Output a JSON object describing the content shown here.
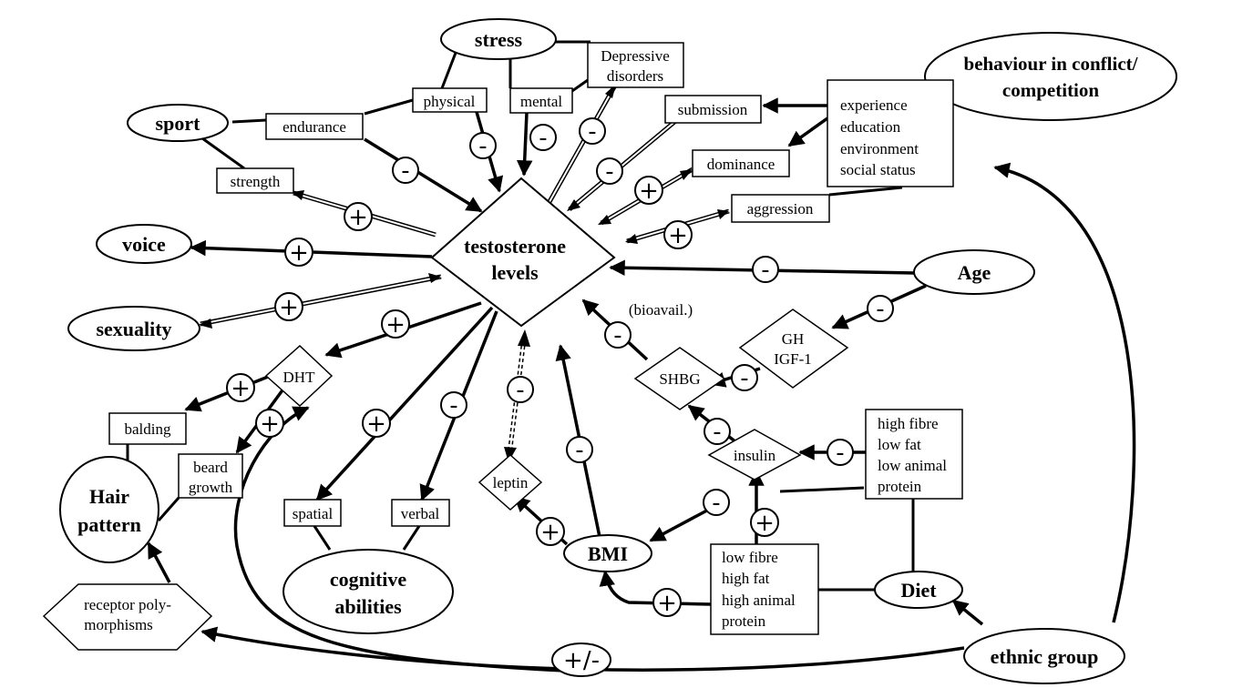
{
  "nodes": {
    "testosterone": [
      "testosterone",
      "levels"
    ],
    "stress": "stress",
    "behaviour": [
      "behaviour in conflict/",
      "competition"
    ],
    "sport": "sport",
    "voice": "voice",
    "sexuality": "sexuality",
    "age": "Age",
    "hair_pattern": [
      "Hair",
      "pattern"
    ],
    "cognitive": [
      "cognitive",
      "abilities"
    ],
    "bmi": "BMI",
    "diet": "Diet",
    "ethnic": "ethnic group",
    "physical": "physical",
    "mental": "mental",
    "depressive": [
      "Depressive",
      "disorders"
    ],
    "endurance": "endurance",
    "strength": "strength",
    "submission": "submission",
    "dominance": "dominance",
    "aggression": "aggression",
    "experience_box": [
      "experience",
      "education",
      "environment",
      "social status"
    ],
    "balding": "balding",
    "beard": [
      "beard",
      "growth"
    ],
    "spatial": "spatial",
    "verbal": "verbal",
    "high_fibre_box": [
      "high fibre",
      "low fat",
      "low animal",
      "protein"
    ],
    "low_fibre_box": [
      "low fibre",
      "high fat",
      "high animal",
      "protein"
    ],
    "dht": "DHT",
    "gh": [
      "GH",
      "IGF-1"
    ],
    "shbg": "SHBG",
    "insulin": "insulin",
    "leptin": "leptin",
    "receptor": [
      "receptor poly-",
      "morphisms"
    ],
    "bioavail": "(bioavail.)"
  },
  "signs": {
    "plus": "+",
    "minus": "-",
    "plus_minus": "+/-"
  }
}
